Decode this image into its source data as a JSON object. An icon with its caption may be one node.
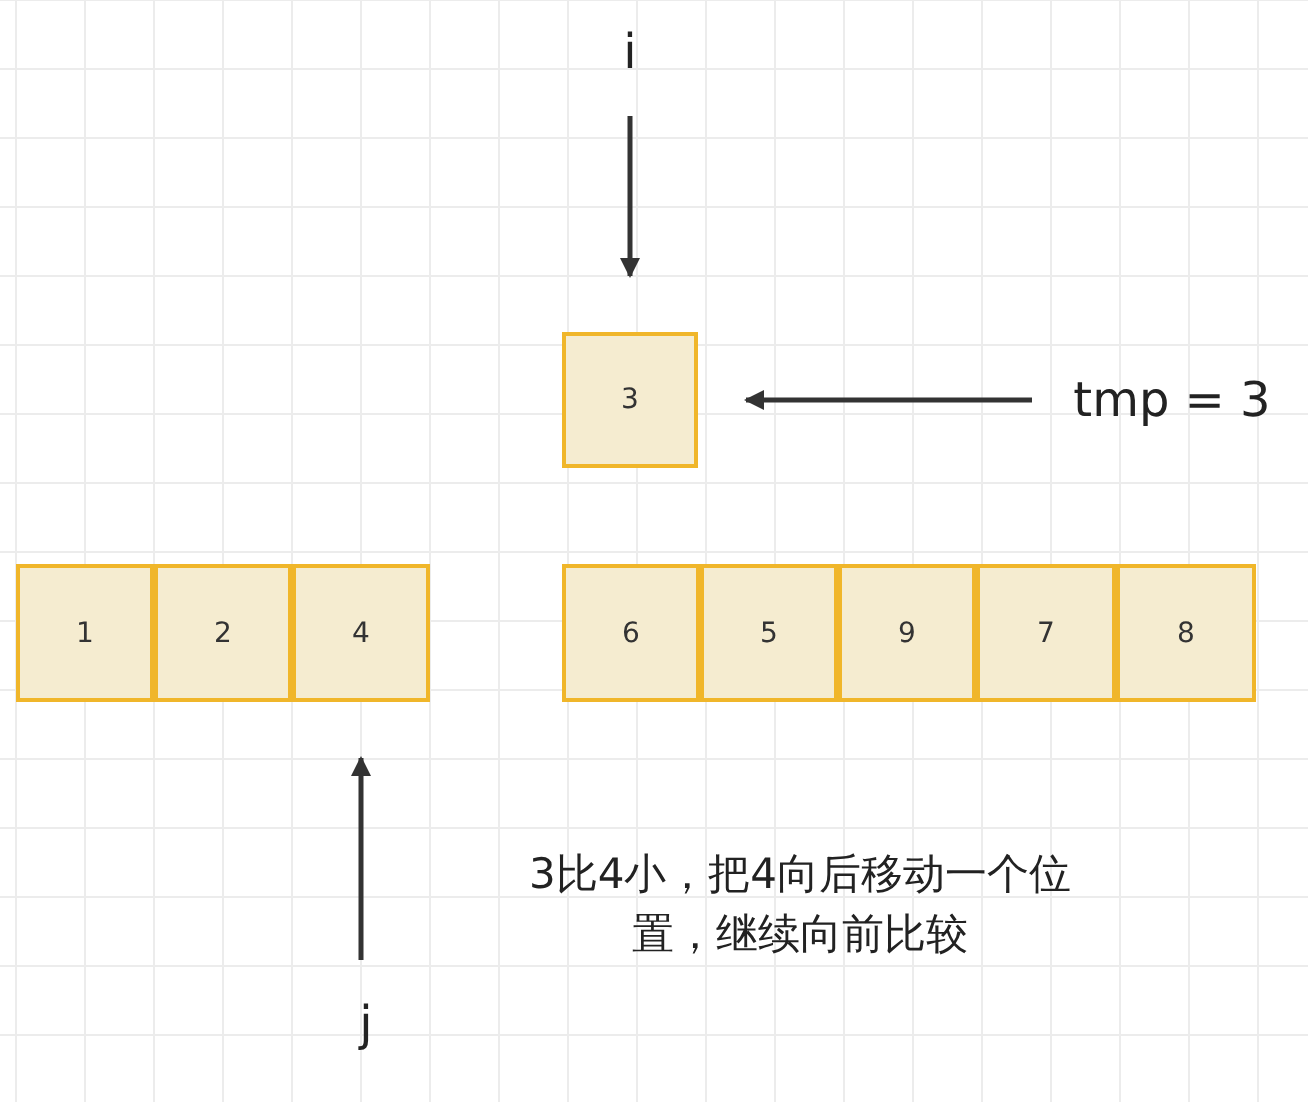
{
  "diagram": {
    "nodes": [
      {
        "text": [
          "i"
        ]
      },
      {
        "text": [
          "3"
        ]
      },
      {
        "text": [
          "tmp = 3"
        ]
      },
      {
        "text": [
          "1"
        ]
      },
      {
        "text": [
          "2"
        ]
      },
      {
        "text": [
          "4"
        ]
      },
      {
        "text": [
          "6"
        ]
      },
      {
        "text": [
          "5"
        ]
      },
      {
        "text": [
          "9"
        ]
      },
      {
        "text": [
          "7"
        ]
      },
      {
        "text": [
          "8"
        ]
      },
      {
        "text": [
          "j"
        ]
      }
    ],
    "edges": [
      {
        "from": 0,
        "to": 1,
        "arrow": "to"
      },
      {
        "from": 2,
        "to": 1,
        "arrow": "to"
      },
      {
        "from": 11,
        "to": 5,
        "arrow": "to"
      }
    ],
    "labels": [
      "3比4小，把4向后移动一个位置，继续向前比较"
    ]
  }
}
